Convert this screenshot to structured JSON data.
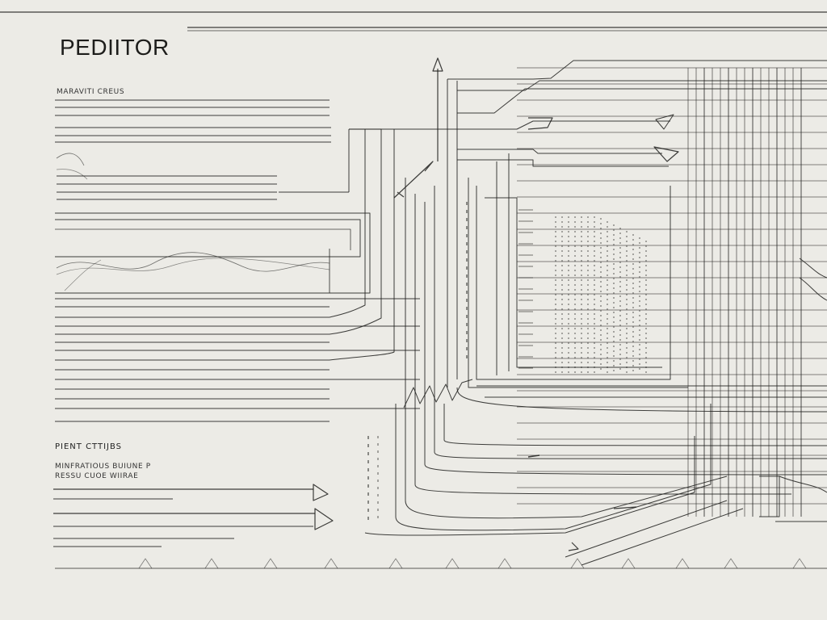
{
  "sheet": {
    "title": "PEDIITOR",
    "subtitle": "MARAVITI CREUS",
    "section_title": "PIENT CTTIJBS",
    "note_line1": "MINFRATIOUS BUIUNE P",
    "note_line2": "RESSU CUOE WIIRAE"
  },
  "colors": {
    "paper": "#ecebe6",
    "ink": "#1d1d1b"
  }
}
